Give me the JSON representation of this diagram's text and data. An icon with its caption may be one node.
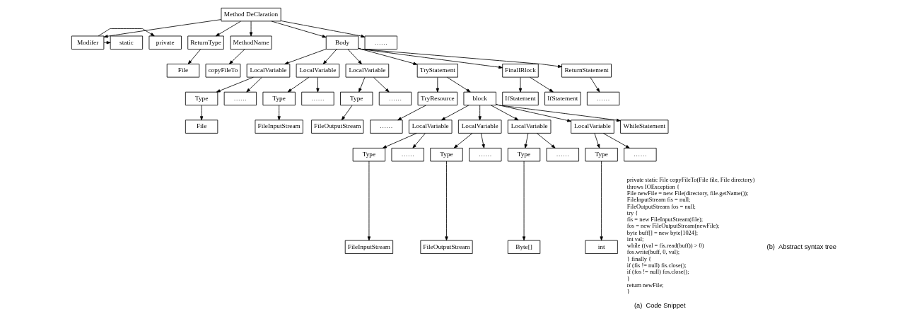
{
  "diagram": {
    "nodes": [
      {
        "text": [
          "Method DeClaration"
        ]
      },
      {
        "text": [
          "private"
        ]
      },
      {
        "text": [
          "static"
        ]
      },
      {
        "text": [
          "Modifer"
        ]
      },
      {
        "text": [
          "ReturnType"
        ]
      },
      {
        "text": [
          "MethodName"
        ]
      },
      {
        "text": [
          "Body"
        ]
      },
      {
        "text": [
          "……"
        ]
      },
      {
        "text": [
          "File"
        ]
      },
      {
        "text": [
          "copyFileTo"
        ]
      },
      {
        "text": [
          "LocalVariable"
        ]
      },
      {
        "text": [
          "LocalVariable"
        ]
      },
      {
        "text": [
          "LocalVariable"
        ]
      },
      {
        "text": [
          "TryStatement"
        ]
      },
      {
        "text": [
          "FinallBlock"
        ]
      },
      {
        "text": [
          "ReturnStatement"
        ]
      },
      {
        "text": [
          "Type"
        ]
      },
      {
        "text": [
          "……"
        ]
      },
      {
        "text": [
          "Type"
        ]
      },
      {
        "text": [
          "……"
        ]
      },
      {
        "text": [
          "Type"
        ]
      },
      {
        "text": [
          "……"
        ]
      },
      {
        "text": [
          "TryResource"
        ]
      },
      {
        "text": [
          "block"
        ]
      },
      {
        "text": [
          "IfStatement"
        ]
      },
      {
        "text": [
          "IfStatement"
        ]
      },
      {
        "text": [
          "……"
        ]
      },
      {
        "text": [
          "File"
        ]
      },
      {
        "text": [
          "FileInputStream"
        ]
      },
      {
        "text": [
          "FileOutputStream"
        ]
      },
      {
        "text": [
          "……"
        ]
      },
      {
        "text": [
          "LocalVariable"
        ]
      },
      {
        "text": [
          "LocalVariable"
        ]
      },
      {
        "text": [
          "LocalVariable"
        ]
      },
      {
        "text": [
          "LocalVariable"
        ]
      },
      {
        "text": [
          "WhileStatement"
        ]
      },
      {
        "text": [
          "Type"
        ]
      },
      {
        "text": [
          "……"
        ]
      },
      {
        "text": [
          "Type"
        ]
      },
      {
        "text": [
          "……"
        ]
      },
      {
        "text": [
          "Type"
        ]
      },
      {
        "text": [
          "……"
        ]
      },
      {
        "text": [
          "Type"
        ]
      },
      {
        "text": [
          "……"
        ]
      },
      {
        "text": [
          "FileInputStream"
        ]
      },
      {
        "text": [
          "FileOutputStream"
        ]
      },
      {
        "text": [
          "Byte[]"
        ]
      },
      {
        "text": [
          "int"
        ]
      }
    ],
    "edges": [
      {
        "from": 0,
        "to": 3,
        "arrow": "to"
      },
      {
        "from": 0,
        "to": 4,
        "arrow": "to"
      },
      {
        "from": 0,
        "to": 5,
        "arrow": "to"
      },
      {
        "from": 0,
        "to": 6,
        "arrow": "to"
      },
      {
        "from": 0,
        "to": 7,
        "arrow": "to"
      },
      {
        "from": 3,
        "to": 1,
        "arrow": "to"
      },
      {
        "from": 3,
        "to": 2,
        "arrow": "to"
      },
      {
        "from": 4,
        "to": 8,
        "arrow": "to"
      },
      {
        "from": 5,
        "to": 9,
        "arrow": "to"
      },
      {
        "from": 6,
        "to": 10,
        "arrow": "to"
      },
      {
        "from": 6,
        "to": 11,
        "arrow": "to"
      },
      {
        "from": 6,
        "to": 12,
        "arrow": "to"
      },
      {
        "from": 6,
        "to": 13,
        "arrow": "to"
      },
      {
        "from": 6,
        "to": 14,
        "arrow": "to"
      },
      {
        "from": 6,
        "to": 15,
        "arrow": "to"
      },
      {
        "from": 10,
        "to": 16,
        "arrow": "to"
      },
      {
        "from": 10,
        "to": 17,
        "arrow": "to"
      },
      {
        "from": 11,
        "to": 18,
        "arrow": "to"
      },
      {
        "from": 11,
        "to": 19,
        "arrow": "to"
      },
      {
        "from": 12,
        "to": 20,
        "arrow": "to"
      },
      {
        "from": 12,
        "to": 21,
        "arrow": "to"
      },
      {
        "from": 13,
        "to": 22,
        "arrow": "to"
      },
      {
        "from": 13,
        "to": 23,
        "arrow": "to"
      },
      {
        "from": 14,
        "to": 24,
        "arrow": "to"
      },
      {
        "from": 14,
        "to": 25,
        "arrow": "to"
      },
      {
        "from": 15,
        "to": 26,
        "arrow": "to"
      },
      {
        "from": 16,
        "to": 27,
        "arrow": "to"
      },
      {
        "from": 18,
        "to": 28,
        "arrow": "to"
      },
      {
        "from": 20,
        "to": 29,
        "arrow": "to"
      },
      {
        "from": 22,
        "to": 30,
        "arrow": "to"
      },
      {
        "from": 23,
        "to": 31,
        "arrow": "to"
      },
      {
        "from": 23,
        "to": 32,
        "arrow": "to"
      },
      {
        "from": 23,
        "to": 33,
        "arrow": "to"
      },
      {
        "from": 23,
        "to": 34,
        "arrow": "to"
      },
      {
        "from": 23,
        "to": 35,
        "arrow": "to"
      },
      {
        "from": 31,
        "to": 36,
        "arrow": "to"
      },
      {
        "from": 31,
        "to": 37,
        "arrow": "to"
      },
      {
        "from": 32,
        "to": 38,
        "arrow": "to"
      },
      {
        "from": 32,
        "to": 39,
        "arrow": "to"
      },
      {
        "from": 33,
        "to": 40,
        "arrow": "to"
      },
      {
        "from": 33,
        "to": 41,
        "arrow": "to"
      },
      {
        "from": 34,
        "to": 42,
        "arrow": "to"
      },
      {
        "from": 34,
        "to": 43,
        "arrow": "to"
      },
      {
        "from": 36,
        "to": 44,
        "arrow": "to"
      },
      {
        "from": 38,
        "to": 45,
        "arrow": "to"
      },
      {
        "from": 40,
        "to": 46,
        "arrow": "to"
      },
      {
        "from": 42,
        "to": 47,
        "arrow": "to"
      }
    ],
    "labels": [
      "private static File copyFileTo(File file, File directory)",
      "throws IOException {",
      "File newFile = new File(directory, file.getName());",
      "FileInputStream fis = null;",
      "FileOutputStream fos = null;",
      "try {",
      "fis = new FileInputStream(file);",
      "fos = new FileOutputStream(newFile);",
      "byte buff[] = new byte[1024];",
      "int val;",
      "while ((val = fis.read(buff)) > 0)",
      "fos.write(buff, 0, val);",
      "} finally {",
      "if (fis != null) fis.close();",
      "if (fos != null) fos.close();",
      "}",
      "return newFile;",
      "}",
      "(a)  Code Snippet",
      "(b)  Abstract syntax tree"
    ]
  }
}
